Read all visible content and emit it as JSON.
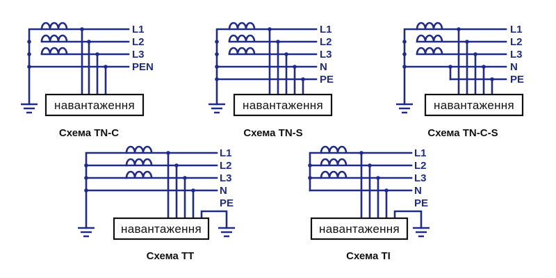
{
  "diagrams": [
    {
      "id": "tn-c",
      "caption": "Схема TN-C",
      "load_label": "навантаження",
      "conductors": [
        "L1",
        "L2",
        "L3",
        "PEN"
      ]
    },
    {
      "id": "tn-s",
      "caption": "Схема TN-S",
      "load_label": "навантаження",
      "conductors": [
        "L1",
        "L2",
        "L3",
        "N",
        "PE"
      ]
    },
    {
      "id": "tn-c-s",
      "caption": "Схема TN-C-S",
      "load_label": "навантаження",
      "conductors": [
        "L1",
        "L2",
        "L3",
        "N",
        "PE"
      ]
    },
    {
      "id": "tt",
      "caption": "Схема ТТ",
      "load_label": "навантаження",
      "conductors": [
        "L1",
        "L2",
        "L3",
        "N",
        "PE"
      ]
    },
    {
      "id": "ti",
      "caption": "Схема TI",
      "load_label": "навантаження",
      "conductors": [
        "L1",
        "L2",
        "L3",
        "N",
        "PE"
      ]
    }
  ],
  "colors": {
    "wire": "#1e2a8c",
    "box_border": "#111111",
    "text": "#111111",
    "background": "#ffffff"
  }
}
